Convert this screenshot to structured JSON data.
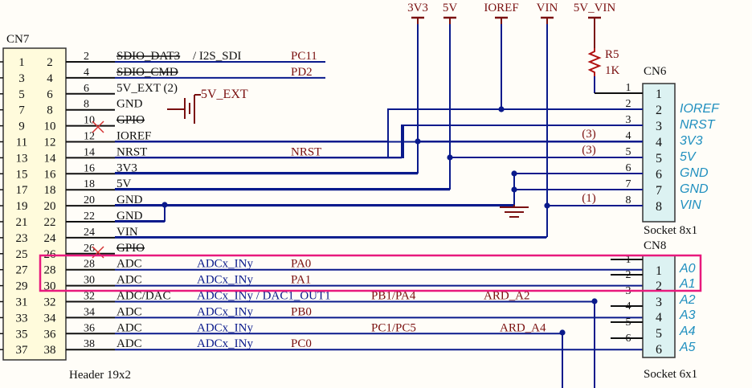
{
  "cn7": {
    "ref": "CN7",
    "type": "Header 19x2",
    "pins_left": [
      "1",
      "3",
      "5",
      "7",
      "9",
      "11",
      "13",
      "15",
      "17",
      "19",
      "21",
      "23",
      "25",
      "27",
      "29",
      "31",
      "33",
      "35",
      "37"
    ],
    "pins_right": [
      "2",
      "4",
      "6",
      "8",
      "10",
      "12",
      "14",
      "16",
      "18",
      "20",
      "22",
      "24",
      "26",
      "28",
      "30",
      "32",
      "34",
      "36",
      "38"
    ]
  },
  "cn6": {
    "ref": "CN6",
    "type": "Socket 8x1",
    "pins": [
      "1",
      "2",
      "3",
      "4",
      "5",
      "6",
      "7",
      "8"
    ],
    "wire_numbers": [
      "1",
      "2",
      "3",
      "4",
      "5",
      "6",
      "7",
      "8"
    ],
    "labels": [
      "IOREF",
      "NRST",
      "3V3",
      "5V",
      "GND",
      "GND",
      "VIN"
    ]
  },
  "cn8": {
    "ref": "CN8",
    "type": "Socket 6x1",
    "pins": [
      "1",
      "2",
      "3",
      "4",
      "5",
      "6"
    ],
    "wire_numbers": [
      "1",
      "2",
      "3",
      "4",
      "5",
      "6"
    ],
    "labels": [
      "A0",
      "A1",
      "A2",
      "A3",
      "A4",
      "A5"
    ]
  },
  "rows": [
    {
      "pin": "2",
      "f1": "SDIO_DAT3",
      "f1_struck": true,
      "f2": "/ I2S_SDI",
      "port": "PC11"
    },
    {
      "pin": "4",
      "f1": "SDIO_CMD",
      "f1_struck": true,
      "port": "PD2"
    },
    {
      "pin": "6",
      "f1": "5V_EXT (2)"
    },
    {
      "pin": "8",
      "f1": "GND"
    },
    {
      "pin": "10",
      "f1": "GPIO",
      "f1_struck": true
    },
    {
      "pin": "12",
      "f1": "IOREF"
    },
    {
      "pin": "14",
      "f1": "NRST",
      "port": "NRST"
    },
    {
      "pin": "16",
      "f1": "3V3"
    },
    {
      "pin": "18",
      "f1": "5V"
    },
    {
      "pin": "20",
      "f1": "GND"
    },
    {
      "pin": "22",
      "f1": "GND"
    },
    {
      "pin": "24",
      "f1": "VIN"
    },
    {
      "pin": "26",
      "f1": "GPIO",
      "f1_struck": true
    },
    {
      "pin": "28",
      "f1": "ADC",
      "f2": "ADCx_INy",
      "port": "PA0"
    },
    {
      "pin": "30",
      "f1": "ADC",
      "f2": "ADCx_INy",
      "port": "PA1"
    },
    {
      "pin": "32",
      "f1": "ADC/DAC",
      "f2": "ADCx_INy / DAC1_OUT1",
      "port": "PB1/PA4",
      "net": "ARD_A2"
    },
    {
      "pin": "34",
      "f1": "ADC",
      "f2": "ADCx_INy",
      "port": "PB0"
    },
    {
      "pin": "36",
      "f1": "ADC",
      "f2": "ADCx_INy",
      "port": "PC1/PC5",
      "net": "ARD_A4"
    },
    {
      "pin": "38",
      "f1": "ADC",
      "f2": "ADCx_INy",
      "port": "PC0"
    }
  ],
  "power_nets": [
    "3V3",
    "5V",
    "IOREF",
    "VIN",
    "5V_VIN"
  ],
  "resistor": {
    "ref": "R5",
    "value": "1K"
  },
  "ext_label": "5V_EXT",
  "notes": [
    "(3)",
    "(3)",
    "(1)"
  ]
}
